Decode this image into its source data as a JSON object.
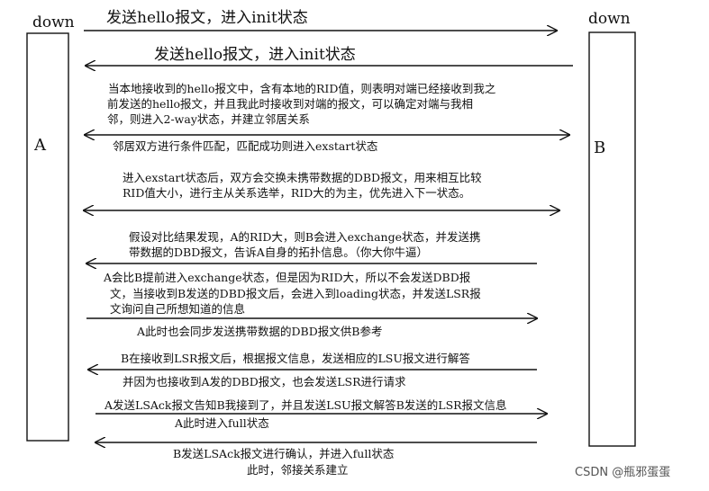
{
  "nodes": {
    "left_state": "down",
    "right_state": "down",
    "left_name": "A",
    "right_name": "B"
  },
  "messages": {
    "hello_1": "发送hello报文，进入init状态",
    "hello_2": "发送hello报文，进入init状态",
    "note_rid_l1": "当本地接收到的hello报文中，含有本地的RID值，则表明对端已经接收到我之",
    "note_rid_l2": "前发送的hello报文，并且我此时接收到对端的报文，可以确定对端与我相",
    "note_rid_l3": "邻，则进入2-way状态，并建立邻居关系",
    "note_cond": "邻居双方进行条件匹配，匹配成功则进入exstart状态",
    "note_exstart_l1": "进入exstart状态后，双方会交换未携带数据的DBD报文，用来相互比较",
    "note_exstart_l2": "RID值大小，进行主从关系选举，RID大的为主，优先进入下一状态。",
    "note_b_l1": "假设对比结果发现，A的RID大，则B会进入exchange状态，并发送携",
    "note_b_l2": "带数据的DBD报文，告诉A自身的拓扑信息。（你大你牛逼）",
    "note_a_l1": "A会比B提前进入exchange状态，但是因为RID大，所以不会发送DBD报",
    "note_a_l2": "文，当接收到B发送的DBD报文后，会进入到loading状态，并发送LSR报",
    "note_a_l3": "文询问自己所想知道的信息",
    "note_a_sync": "A此时也会同步发送携带数据的DBD报文供B参考",
    "note_lsu_1": "B在接收到LSR报文后，根据报文信息，发送相应的LSU报文进行解答",
    "note_lsu_2": "并因为也接收到A发的DBD报文，也会发送LSR进行请求",
    "note_ack_1": "A发送LSAck报文告知B我接到了，并且发送LSU报文解答B发送的LSR报文信息",
    "note_full_a": "A此时进入full状态",
    "note_ack_2": "B发送LSAck报文进行确认，并进入full状态",
    "note_done": "此时，邻接关系建立"
  },
  "watermark": "CSDN @瓶邪蛋蛋"
}
